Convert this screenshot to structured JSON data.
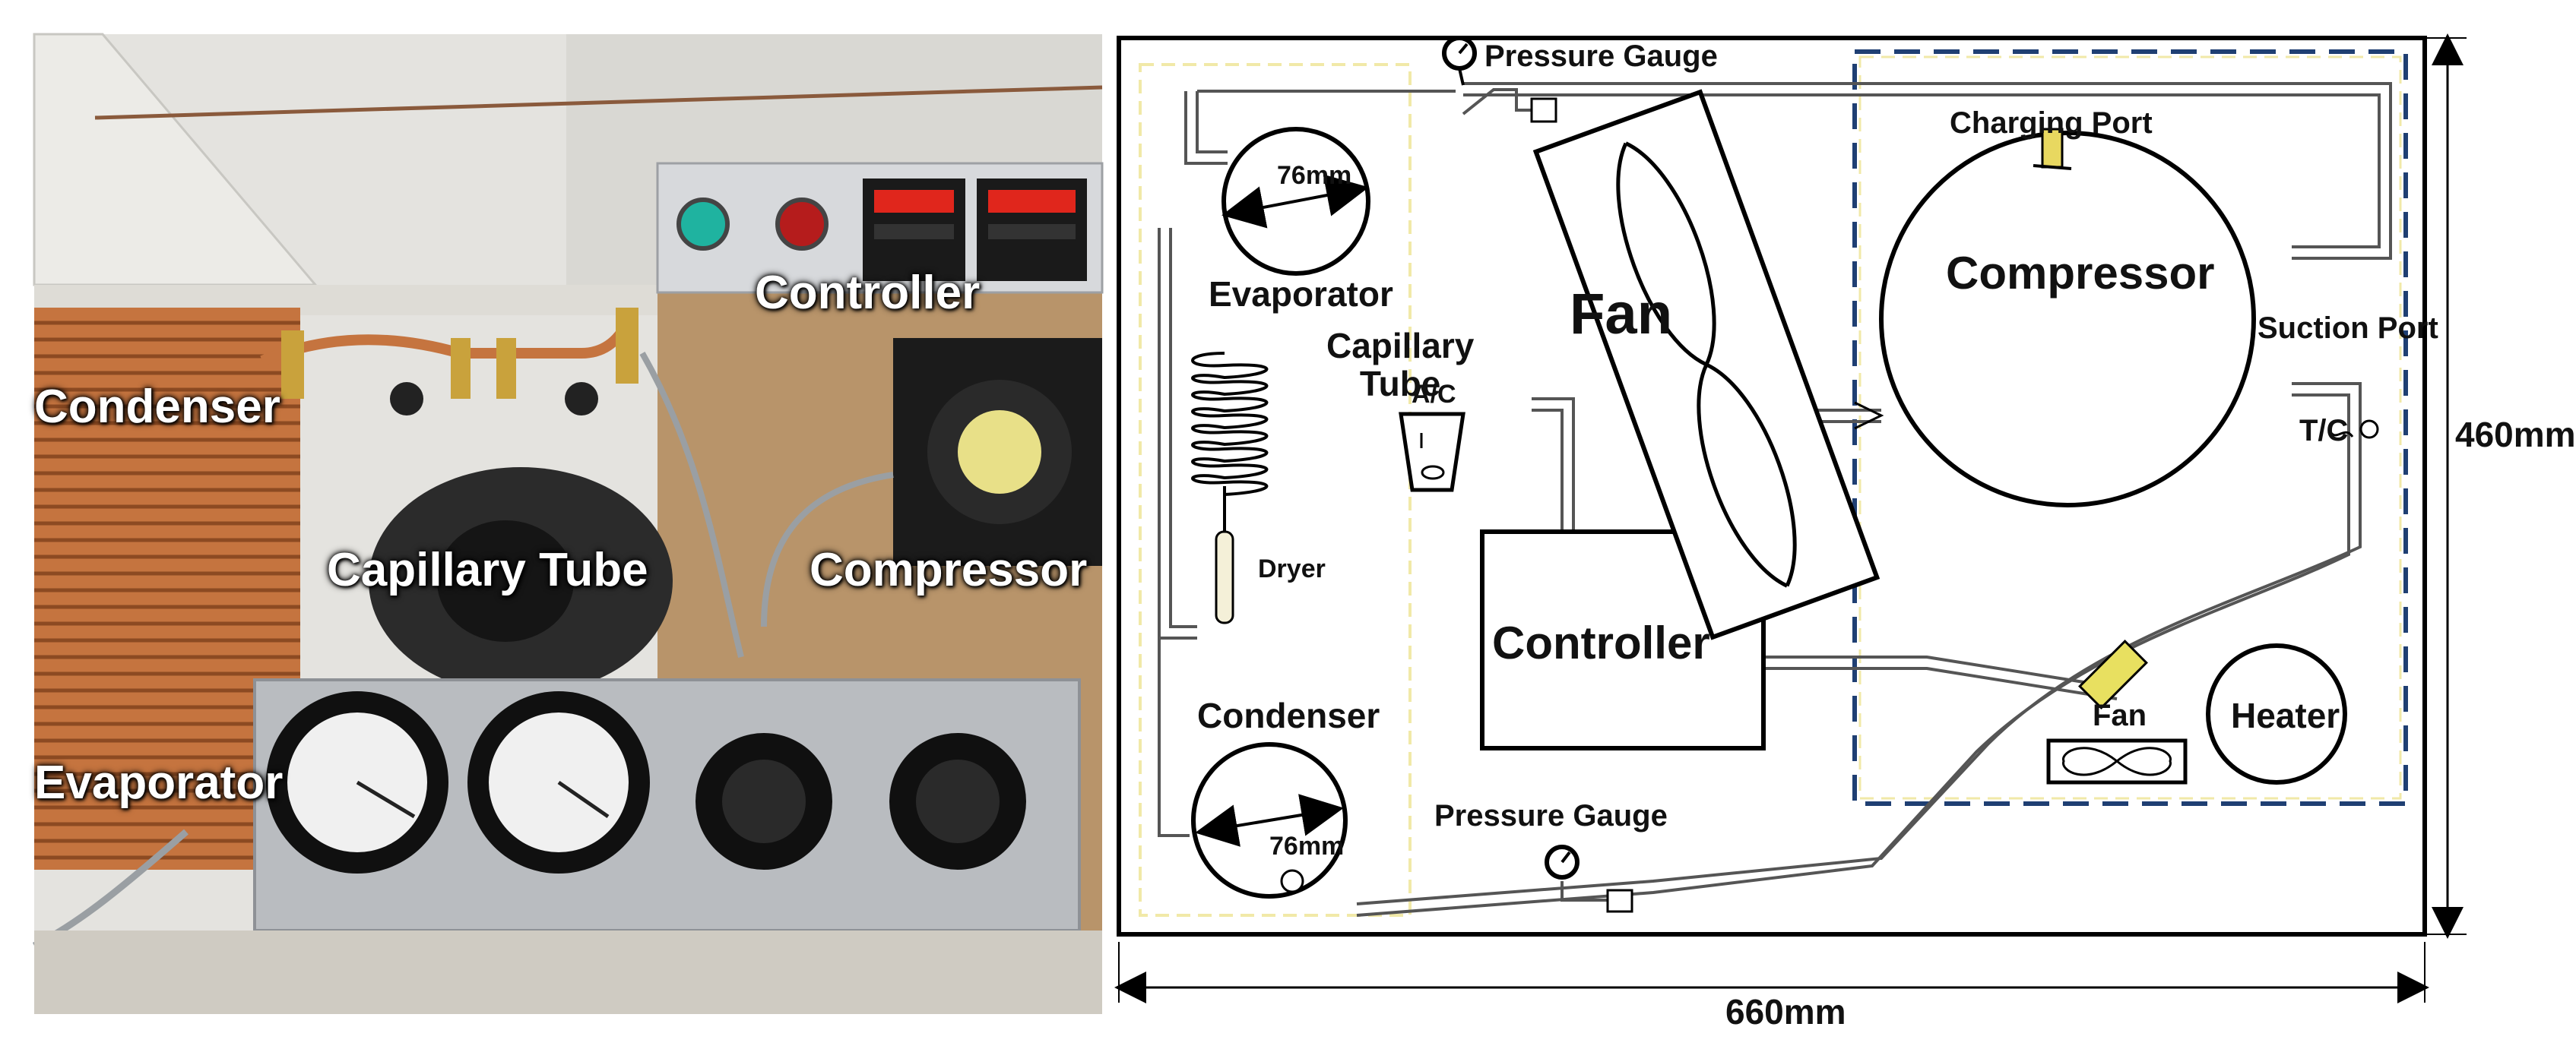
{
  "photo": {
    "labels": {
      "controller": "Controller",
      "condenser": "Condenser",
      "capillary_tube": "Capillary Tube",
      "compressor": "Compressor",
      "evaporator": "Evaporator"
    },
    "colors": {
      "copper": "#c5743f",
      "wood": "#b8946a",
      "panel": "#b9bcc0",
      "gauge_face": "#f0f0f0"
    }
  },
  "schematic": {
    "labels": {
      "pressure_gauge_top": "Pressure Gauge",
      "charging_port": "Charging Port",
      "evaporator_size": "76mm",
      "evaporator": "Evaporator",
      "fan_main": "Fan",
      "capillary_tube": "Capillary\nTube",
      "compressor": "Compressor",
      "suction_port": "Suction Port",
      "ac": "A/C",
      "tc": "T/C",
      "dryer": "Dryer",
      "controller": "Controller",
      "condenser": "Condenser",
      "condenser_size": "76mm",
      "fan_small": "Fan",
      "heater": "Heater",
      "pressure_gauge_bottom": "Pressure Gauge"
    },
    "dimensions": {
      "height": "460mm",
      "width": "660mm"
    },
    "colors": {
      "dashed_box": "#1f3f73",
      "outline": "#000000"
    }
  }
}
